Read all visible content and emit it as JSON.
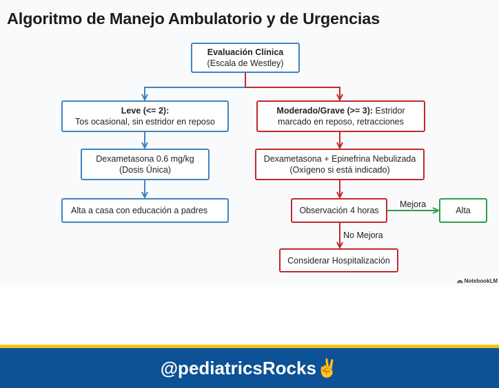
{
  "title": "Algoritmo de Manejo Ambulatorio y de Urgencias",
  "nodes": {
    "evaluation": {
      "line1": "Evaluación Clínica",
      "line2": "(Escala de Westley)"
    },
    "mild": {
      "line1_bold": "Leve (<= 2):",
      "line2": "Tos ocasional, sin estridor en reposo"
    },
    "moderate": {
      "line1_bold": "Moderado/Grave (>= 3):",
      "line1_rest": " Estridor",
      "line2": "marcado en reposo, retracciones"
    },
    "dexa": {
      "line1": "Dexametasona 0.6 mg/kg",
      "line2": "(Dosis Única)"
    },
    "dexa_epi": {
      "line1": "Dexametasona + Epinefrina Nebulizada",
      "line2": "(Oxígeno si está indicado)"
    },
    "discharge_home": {
      "line1": "Alta a casa con educación a padres"
    },
    "observation": {
      "line1": "Observación 4 horas"
    },
    "discharge": {
      "line1": "Alta"
    },
    "hospitalization": {
      "line1": "Considerar Hospitalización"
    }
  },
  "edge_labels": {
    "improves": "Mejora",
    "no_improvement": "No Mejora"
  },
  "brand": "NotebookLM",
  "footer": {
    "handle": "@pediatricsRocks",
    "emoji": "✌️"
  },
  "colors": {
    "blue": "#3e83c3",
    "red": "#c0292b",
    "green": "#2e9e4a",
    "footer_bg": "#0d5196",
    "footer_line": "#f2c418"
  }
}
